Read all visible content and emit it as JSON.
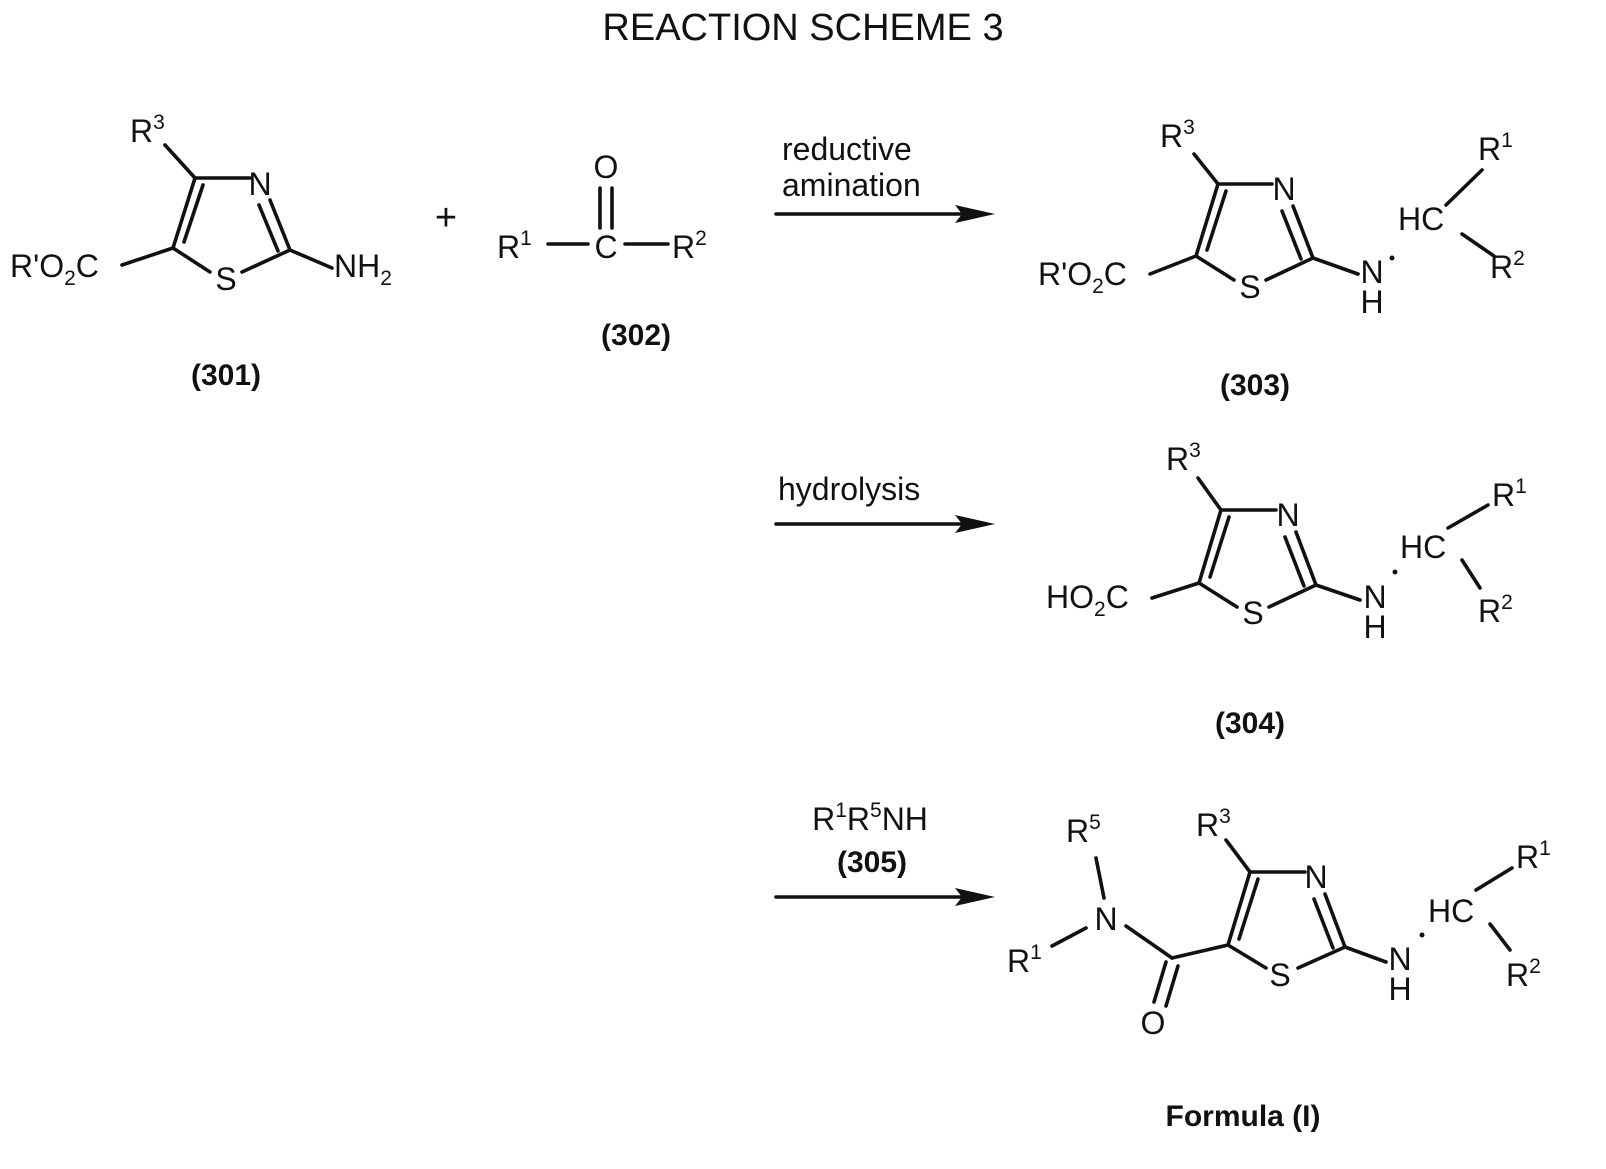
{
  "title": "REACTION SCHEME 3",
  "plus": "+",
  "arrows": [
    {
      "line1": "reductive",
      "line2": "amination"
    },
    {
      "line1": "hydrolysis"
    },
    {
      "reagent_r": "R",
      "reagent_1": "1",
      "reagent_r2": "R",
      "reagent_5": "5",
      "reagent_nh": "NH",
      "compound": "(305)"
    }
  ],
  "compounds": {
    "c301": {
      "id": "(301)",
      "ester": "R'O",
      "ester_sub": "2",
      "ester_c": "C",
      "amine": "NH",
      "amine_sub": "2"
    },
    "c302": {
      "id": "(302)",
      "oxygen": "O",
      "carbon": "C",
      "r": "R",
      "r1": "1",
      "r2": "2"
    },
    "c303": {
      "id": "(303)",
      "ester": "R'O",
      "ester_sub": "2",
      "ester_c": "C"
    },
    "c304": {
      "id": "(304)",
      "acid": "HO",
      "acid_sub": "2",
      "acid_c": "C"
    },
    "formula": {
      "id": "Formula (I)",
      "oxygen": "O",
      "amide_n": "N",
      "r": "R",
      "r1": "1",
      "r5": "5"
    }
  },
  "atoms": {
    "n": "N",
    "s": "S",
    "h": "H",
    "hc": "HC",
    "r": "R",
    "sup1": "1",
    "sup2": "2",
    "sup3": "3"
  }
}
